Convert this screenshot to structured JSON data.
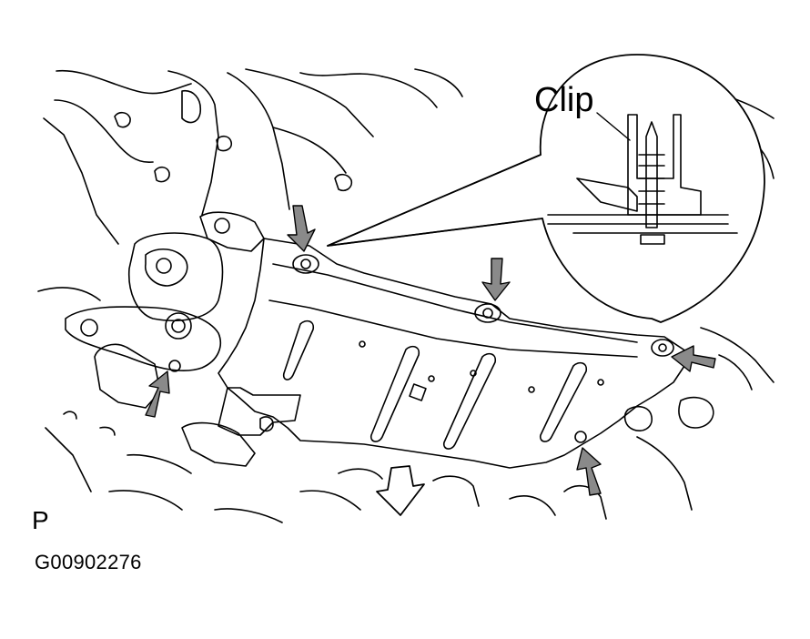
{
  "labels": {
    "callout": "Clip",
    "view": "P",
    "figure_code": "G00902276"
  },
  "colors": {
    "ink": "#000000",
    "paper": "#ffffff",
    "arrow_fill": "#8a8a8a"
  },
  "icons": [
    "arrow-down-icon",
    "arrow-up-icon",
    "arrow-left-icon",
    "hollow-arrow-down-icon"
  ]
}
